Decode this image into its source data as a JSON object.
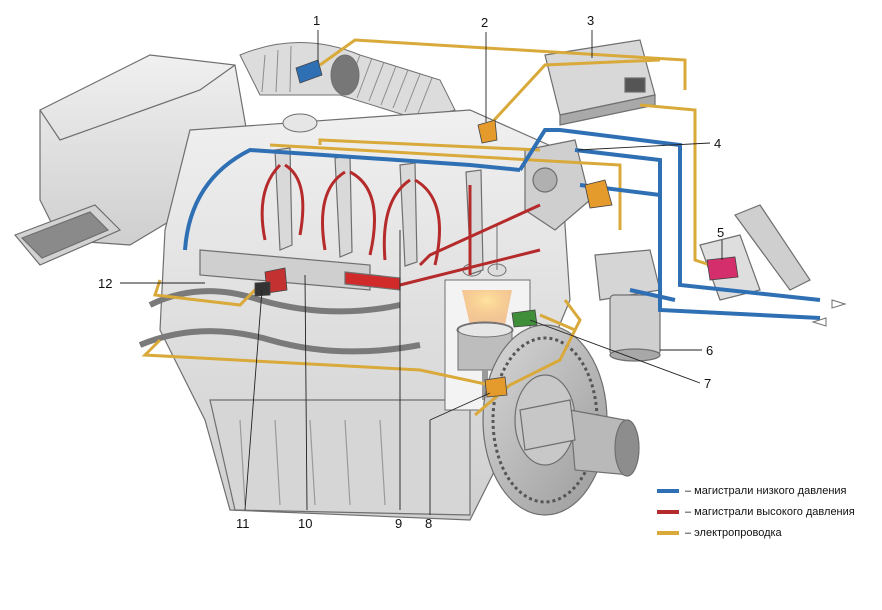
{
  "callouts": [
    "1",
    "2",
    "3",
    "4",
    "5",
    "6",
    "7",
    "8",
    "9",
    "10",
    "11",
    "12"
  ],
  "legend": [
    {
      "label": "– магистрали низкого давления",
      "color": "#2f6fb3"
    },
    {
      "label": "– магистрали высокого давления",
      "color": "#b52a2a"
    },
    {
      "label": "– электропроводка",
      "color": "#d9a93a"
    }
  ],
  "colors": {
    "low_pressure": "#2f6fb3",
    "high_pressure": "#b52a2a",
    "wiring": "#d9a93a",
    "engine_body": "#e4e4e4",
    "outline": "#6f6f6f"
  }
}
